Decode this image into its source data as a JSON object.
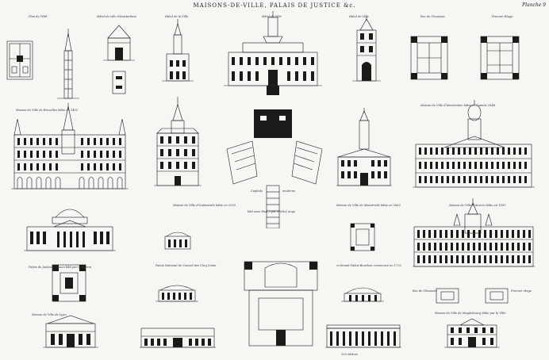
{
  "plate": {
    "title": "MAISONS-DE-VILLE, PALAIS DE JUSTICE &c.",
    "plate_number": "Planche 9"
  },
  "captions": {
    "plan_tl": "Plan de l'Hôt",
    "amsterdam_small": "Hôtel-de-ville d'Amsterdam",
    "palace_top": "Hôtel de la Ville",
    "town_hall_1": "Hôtel-de-Ville",
    "tower_top": "Hôtel de Ville",
    "plan_chemnitz": "Rez de Chaussée",
    "plan_upper": "Premier Etage",
    "brussels": "Maison de Ville de Bruxelles bâtie en 1401",
    "amsterdam": "Maison de Ville d'Amsterdam bâtie en l'année 1648",
    "oudenaarde": "Maison de Ville d'Oudenarde bâtie en 1525",
    "capitol_a": "Capitole",
    "capitol_b": "moderne",
    "capitol_c": "bâti sous Paul 3 par Michel Ange",
    "maastricht": "Maison de Ville de Maestricht bâtie en 1662",
    "antwerp": "Maison de Ville d'Anvers bâtie en 1581",
    "justice": "Palais de Justice à Rouen bâti par le Bernin",
    "palais_london": "Palais National de Conseil des Cinq Cents",
    "palais_bourbon": "ci-devant Palais Bourbon commencé en 1722",
    "plan_rez": "Rez de Chaussée",
    "plan_premier": "Premier étage",
    "town_hall_bl": "Maison de Ville de Lyon",
    "magdeburg": "Maison de Ville de Magdebourg bâtie par la Ville",
    "scale": "100 Mètres"
  }
}
